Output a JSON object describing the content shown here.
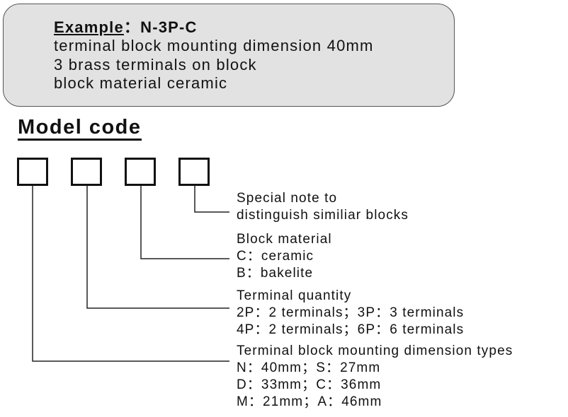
{
  "example": {
    "label": "Example",
    "separator": "：",
    "code": "N-3P-C",
    "lines": [
      "terminal block mounting dimension 40mm",
      "3 brass terminals on block",
      "block material ceramic"
    ]
  },
  "model_code": {
    "title": "Model code"
  },
  "descriptions": {
    "special_note": [
      "Special note to",
      "distinguish similiar blocks"
    ],
    "block_material": [
      "Block material",
      "C：ceramic",
      "B：bakelite"
    ],
    "terminal_quantity": [
      "Terminal quantity",
      "2P：2 terminals；3P：3 terminals",
      "4P：2 terminals；6P：6 terminals"
    ],
    "mounting_dimension": [
      "Terminal block mounting dimension types",
      "N：40mm；S：27mm",
      "D：33mm；C：36mm",
      "M：21mm；A：46mm"
    ]
  }
}
